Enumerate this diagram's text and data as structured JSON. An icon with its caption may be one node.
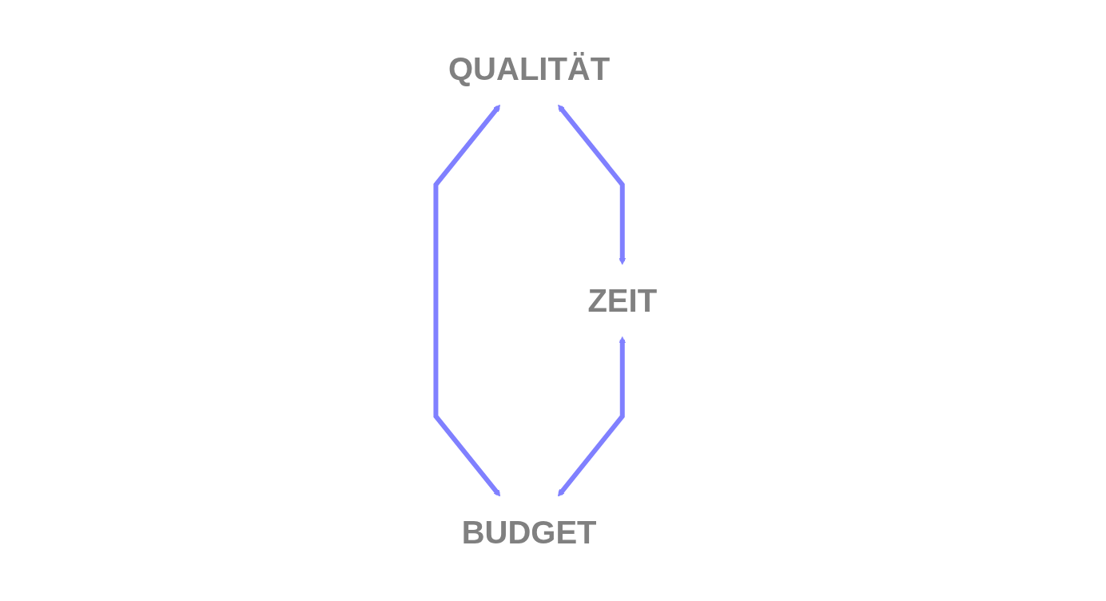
{
  "diagram": {
    "nodes": [
      {
        "text": [
          "QUALITÄT"
        ]
      },
      {
        "text": [
          "ZEIT"
        ]
      },
      {
        "text": [
          "BUDGET"
        ]
      }
    ],
    "edges": [
      {
        "from": 0,
        "to": 1,
        "arrow": "both"
      },
      {
        "from": 0,
        "to": 2,
        "arrow": "both"
      },
      {
        "from": 1,
        "to": 2,
        "arrow": "both"
      }
    ]
  }
}
